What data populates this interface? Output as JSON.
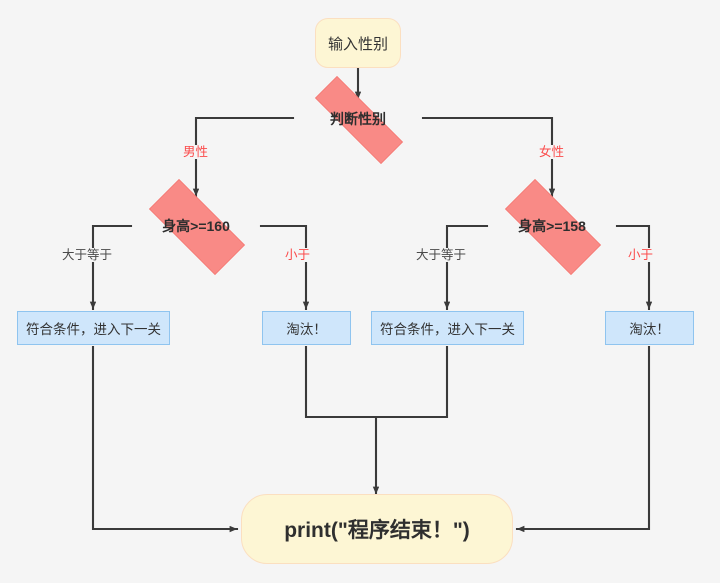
{
  "diagram": {
    "title": "gender-and-height-screening-flowchart",
    "background_color": "#f5f5f5",
    "colors": {
      "terminal_fill": "#fdf6d4",
      "terminal_border": "#fbdfc0",
      "process_fill": "#cfe6fb",
      "process_border": "#8fc4ef",
      "decision_fill": "#f98a86",
      "decision_border": "#f4756f",
      "edge_stroke": "#3a3a3a",
      "label_red": "#fb4a4a",
      "label_gray": "#4a4a4a",
      "text": "#333333"
    },
    "nodes": {
      "start": {
        "label": "输入性别",
        "type": "terminal"
      },
      "decision_gender": {
        "label": "判断性别",
        "type": "decision"
      },
      "decision_height_male": {
        "label": "身高>=160",
        "type": "decision"
      },
      "decision_height_female": {
        "label": "身高>=158",
        "type": "decision"
      },
      "male_pass": {
        "label": "符合条件，进入下一关",
        "type": "process"
      },
      "male_fail": {
        "label": "淘汰！",
        "type": "process"
      },
      "female_pass": {
        "label": "符合条件，进入下一关",
        "type": "process"
      },
      "female_fail": {
        "label": "淘汰！",
        "type": "process"
      },
      "end": {
        "label": "print(\"程序结束！\")",
        "type": "terminal"
      }
    },
    "edge_labels": {
      "male": "男性",
      "female": "女性",
      "male_ge": "大于等于",
      "male_lt": "小于",
      "female_ge": "大于等于",
      "female_lt": "小于"
    }
  }
}
